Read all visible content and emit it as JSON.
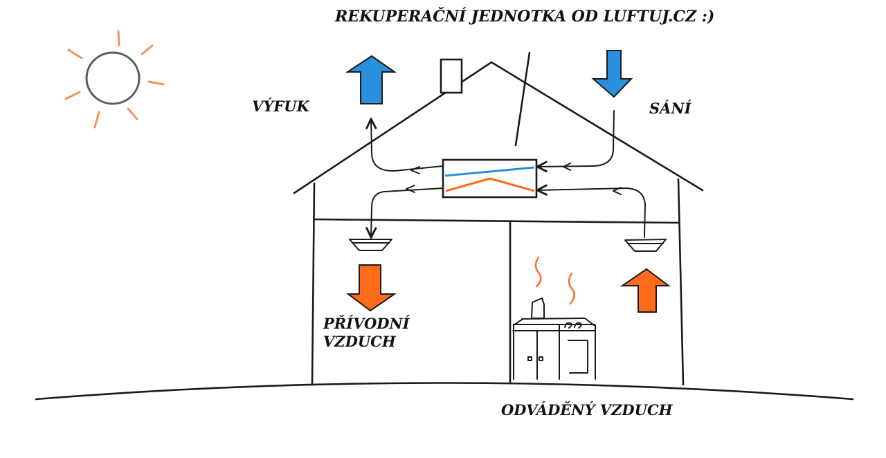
{
  "labels": {
    "title": "REKUPERAČNÍ JEDNOTKA OD LUFTUJ.CZ :)",
    "exhaust": "VÝFUK",
    "intake": "SÁNÍ",
    "supply_line1": "PŘÍVODNÍ",
    "supply_line2": "VZDUCH",
    "extract": "ODVÁDĚNÝ VZDUCH"
  },
  "colors": {
    "cold_air": "#2a8fdc",
    "warm_air": "#ff6b1a",
    "sun": "#f0955a",
    "ink": "#1a1a1a"
  },
  "icons": [
    "sun-icon",
    "house-icon",
    "heat-exchanger-icon",
    "kitchen-stove-icon"
  ]
}
